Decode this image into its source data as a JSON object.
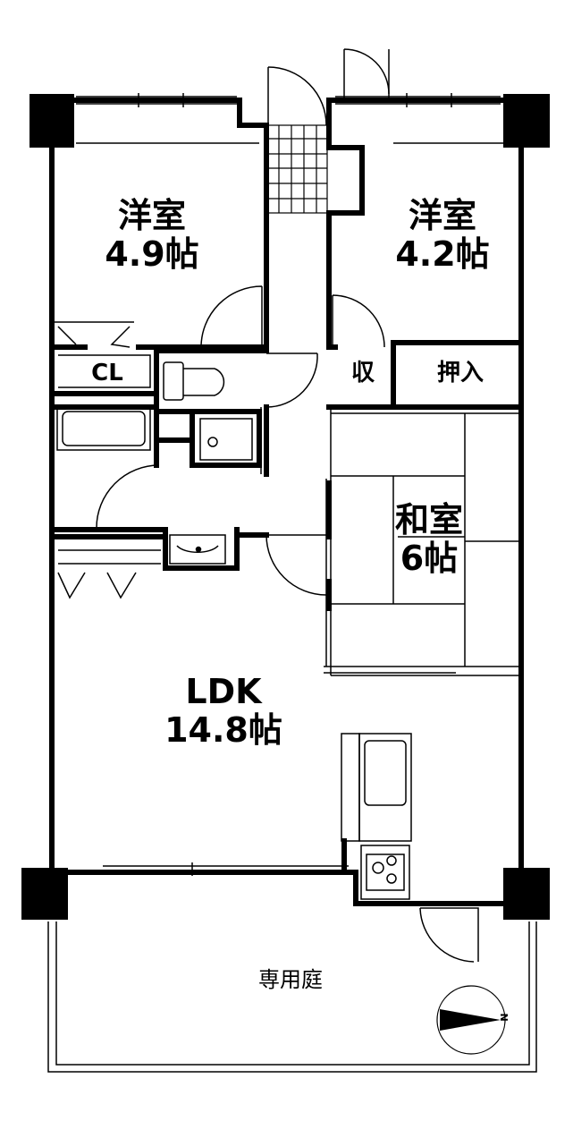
{
  "rooms": {
    "western_left": {
      "name": "洋室",
      "size": "4.9帖"
    },
    "western_right": {
      "name": "洋室",
      "size": "4.2帖"
    },
    "japanese": {
      "name": "和室",
      "size": "6帖"
    },
    "ldk": {
      "name": "LDK",
      "size": "14.8帖"
    }
  },
  "storage": {
    "closet": "CL",
    "shuno": "収",
    "oshiire": "押入"
  },
  "garden": "専用庭",
  "compass": {
    "letter": "N"
  }
}
